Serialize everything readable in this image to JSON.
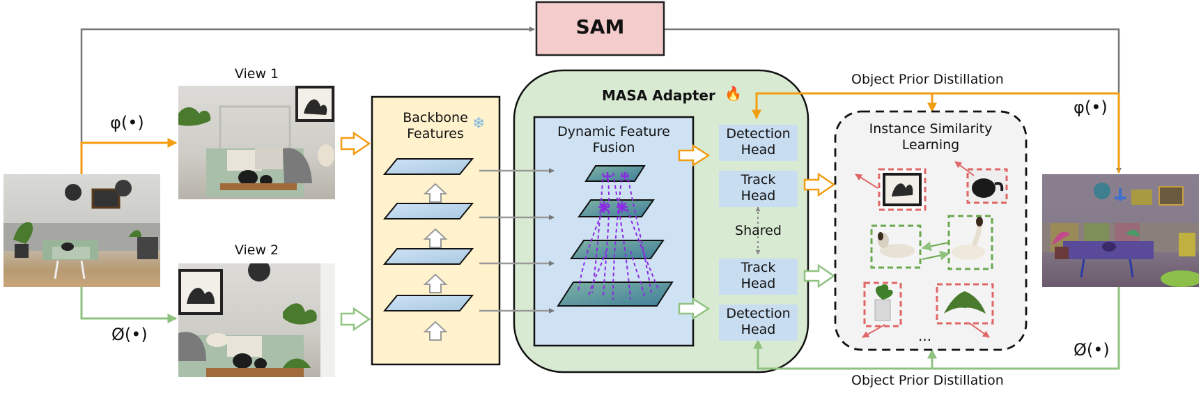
{
  "sam": {
    "label": "SAM"
  },
  "views": {
    "view1": "View 1",
    "view2": "View 2"
  },
  "transforms": {
    "phi": "φ(•)",
    "empty": "Ø(•)"
  },
  "backbone": {
    "title_line1": "Backbone",
    "title_line2": "Features",
    "frozen_icon": "snowflake-icon"
  },
  "adapter": {
    "title": "MASA Adapter",
    "trainable_icon": "fire-icon"
  },
  "fusion": {
    "title_line1": "Dynamic Feature",
    "title_line2": "Fusion"
  },
  "heads": {
    "detection_line1": "Detection",
    "detection_line2": "Head",
    "track_line1": "Track",
    "track_line2": "Head",
    "shared": "Shared"
  },
  "distillation": {
    "top": "Object Prior Distillation",
    "bottom": "Object Prior Distillation"
  },
  "similarity": {
    "title_line1": "Instance Similarity",
    "title_line2": "Learning",
    "ellipsis": "..."
  },
  "colors": {
    "orange": "#f39c12",
    "green": "#8fc27f",
    "gray_arrow": "#777777",
    "sam_fill": "#f4cccc",
    "backbone_fill": "#fff2cc",
    "adapter_fill": "#d9ead3",
    "fusion_fill": "#cfe2f3",
    "head_fill": "#c9ddf1",
    "box_red": "#e06666",
    "box_green": "#6aa84f"
  }
}
